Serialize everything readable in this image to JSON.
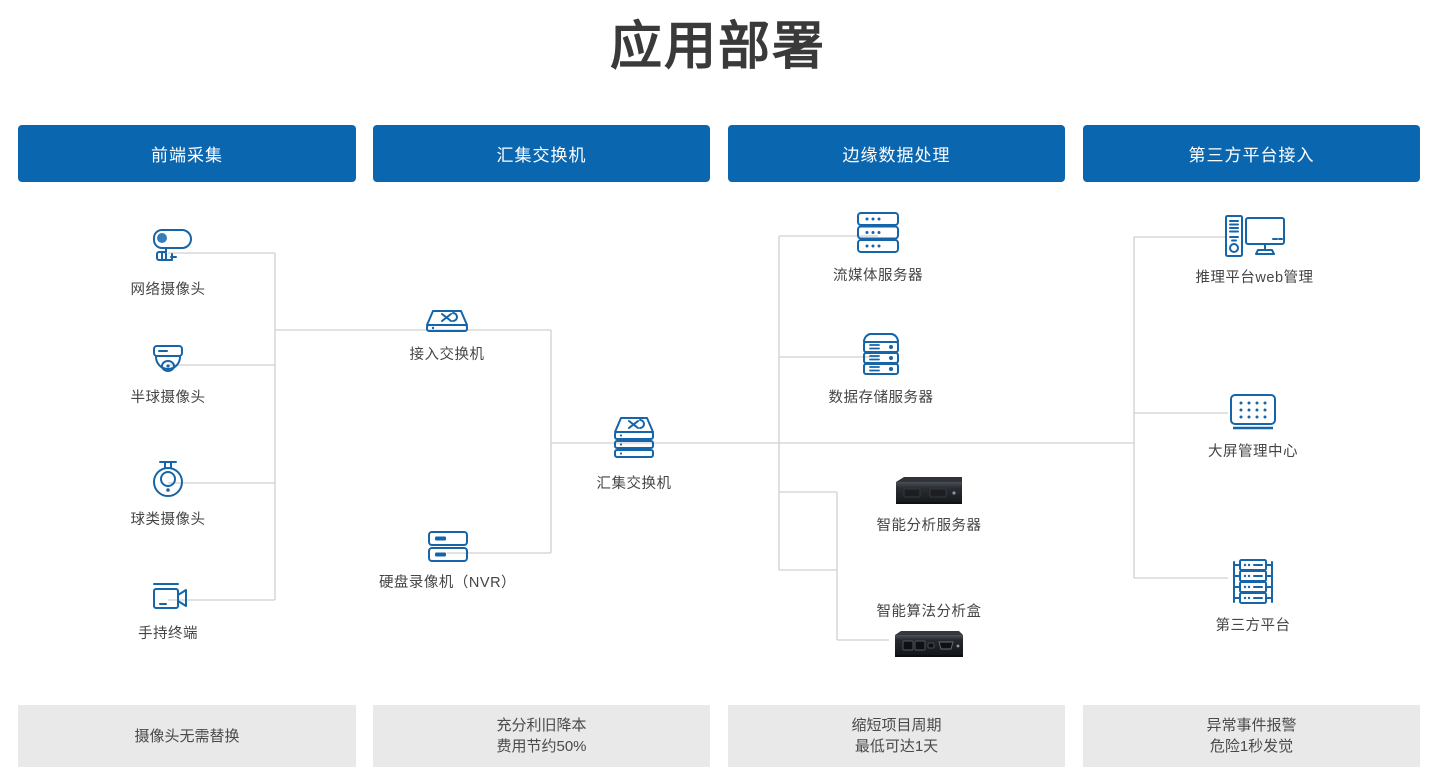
{
  "page_title": "应用部署",
  "theme": {
    "header_bg": "#0b66b0",
    "header_text": "#ffffff",
    "footer_bg": "#e9e9e9",
    "icon_stroke": "#1565a8",
    "wire": "#d0d0d0",
    "title_color": "#3a3a3a"
  },
  "columns": [
    {
      "id": "front-end-collection",
      "header": "前端采集",
      "footer_lines": [
        "摄像头无需替换"
      ],
      "nodes": [
        {
          "id": "network-camera",
          "label": "网络摄像头",
          "icon": "bullet-camera-icon"
        },
        {
          "id": "dome-camera",
          "label": "半球摄像头",
          "icon": "dome-camera-icon"
        },
        {
          "id": "ptz-camera",
          "label": "球类摄像头",
          "icon": "ptz-camera-icon"
        },
        {
          "id": "handheld-terminal",
          "label": "手持终端",
          "icon": "handheld-camera-icon"
        }
      ]
    },
    {
      "id": "aggregation-switch",
      "header": "汇集交换机",
      "footer_lines": [
        "充分利旧降本",
        "费用节约50%"
      ],
      "nodes": [
        {
          "id": "access-switch",
          "label": "接入交换机",
          "icon": "switch-icon"
        },
        {
          "id": "nvr",
          "label": "硬盘录像机（NVR）",
          "icon": "nvr-icon"
        },
        {
          "id": "core-switch",
          "label": "汇集交换机",
          "icon": "stacked-switch-icon"
        }
      ]
    },
    {
      "id": "edge-data-processing",
      "header": "边缘数据处理",
      "footer_lines": [
        "缩短项目周期",
        "最低可达1天"
      ],
      "nodes": [
        {
          "id": "streaming-server",
          "label": "流媒体服务器",
          "icon": "rack-server-icon"
        },
        {
          "id": "storage-server",
          "label": "数据存储服务器",
          "icon": "storage-server-icon"
        },
        {
          "id": "ai-analysis-server",
          "label": "智能分析服务器",
          "icon": "rack-appliance-photo"
        },
        {
          "id": "ai-algorithm-box",
          "label": "智能算法分析盒",
          "icon": "edge-box-photo"
        }
      ]
    },
    {
      "id": "third-party-platform-access",
      "header": "第三方平台接入",
      "footer_lines": [
        "异常事件报警",
        "危险1秒发觉"
      ],
      "nodes": [
        {
          "id": "inference-web-console",
          "label": "推理平台web管理",
          "icon": "desktop-pc-icon"
        },
        {
          "id": "video-wall-center",
          "label": "大屏管理中心",
          "icon": "video-wall-icon"
        },
        {
          "id": "third-party-platform",
          "label": "第三方平台",
          "icon": "server-rack-icon"
        }
      ]
    }
  ]
}
